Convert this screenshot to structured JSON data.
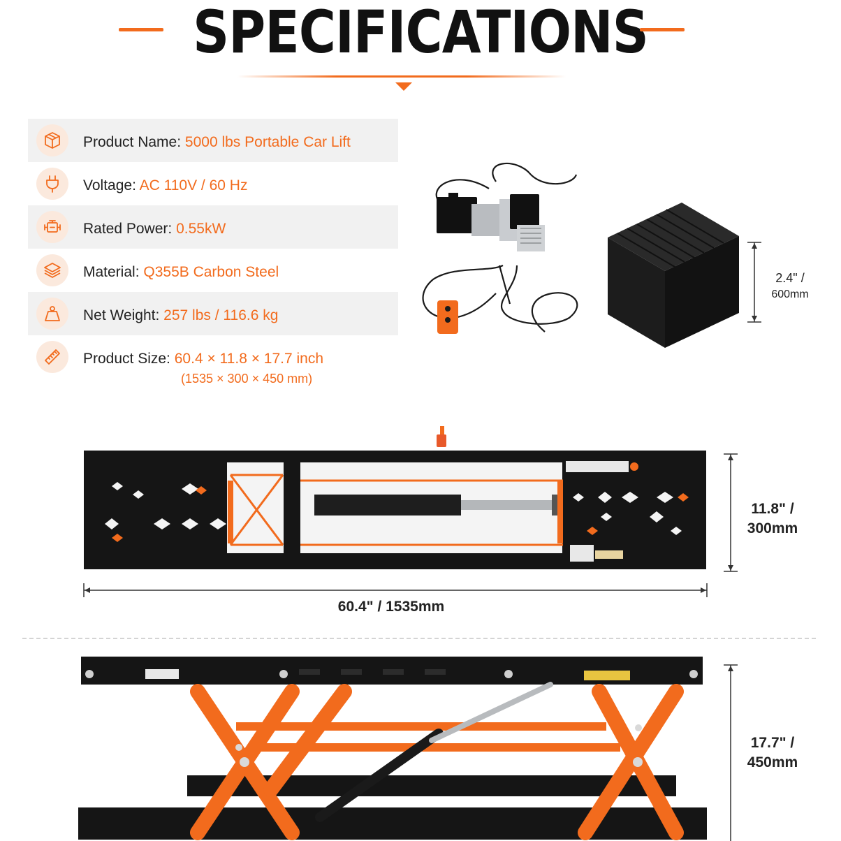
{
  "header": {
    "title": "SPECIFICATIONS"
  },
  "specs": [
    {
      "label": "Product Name:",
      "value": "5000 lbs Portable Car Lift",
      "icon": "box-icon"
    },
    {
      "label": "Voltage:",
      "value": "AC 110V / 60 Hz",
      "icon": "plug-icon"
    },
    {
      "label": "Rated Power:",
      "value": "0.55kW",
      "icon": "motor-icon"
    },
    {
      "label": "Material:",
      "value": "Q355B Carbon Steel",
      "icon": "layers-icon"
    },
    {
      "label": "Net Weight:",
      "value": "257 lbs / 116.6 kg",
      "icon": "weight-icon"
    },
    {
      "label": "Product Size:",
      "value": "60.4 × 11.8 × 17.7 inch",
      "sub": "(1535 × 300 × 450 mm)",
      "icon": "ruler-icon"
    }
  ],
  "dimensions": {
    "block_height_a": "2.4\" /",
    "block_height_b": "600mm",
    "lift_width_a": "11.8\" /",
    "lift_width_b": "300mm",
    "lift_length": "60.4\" / 1535mm",
    "lift_height_a": "17.7\" /",
    "lift_height_b": "450mm"
  },
  "colors": {
    "accent": "#f26b1d",
    "frame": "#151515",
    "row_shade": "#f1f1f1"
  }
}
